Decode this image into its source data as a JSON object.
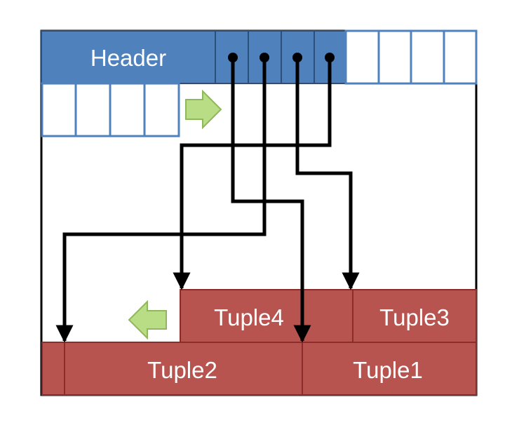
{
  "header": {
    "label": "Header"
  },
  "tuples": {
    "tuple1": "Tuple1",
    "tuple2": "Tuple2",
    "tuple3": "Tuple3",
    "tuple4": "Tuple4"
  },
  "colors": {
    "header_fill": "#4f81bd",
    "header_stroke": "#2e4e7a",
    "slot_stroke": "#4f81bd",
    "tuple_fill": "#b85450",
    "tuple_stroke": "#8b2c2a",
    "arrow_green_fill": "#b8dd84",
    "arrow_green_stroke": "#8fb85e",
    "pointer_line": "#000000",
    "page_border": "#000000"
  },
  "icons": {
    "fill_direction_right": "arrow-right-icon",
    "fill_direction_left": "arrow-left-icon"
  }
}
